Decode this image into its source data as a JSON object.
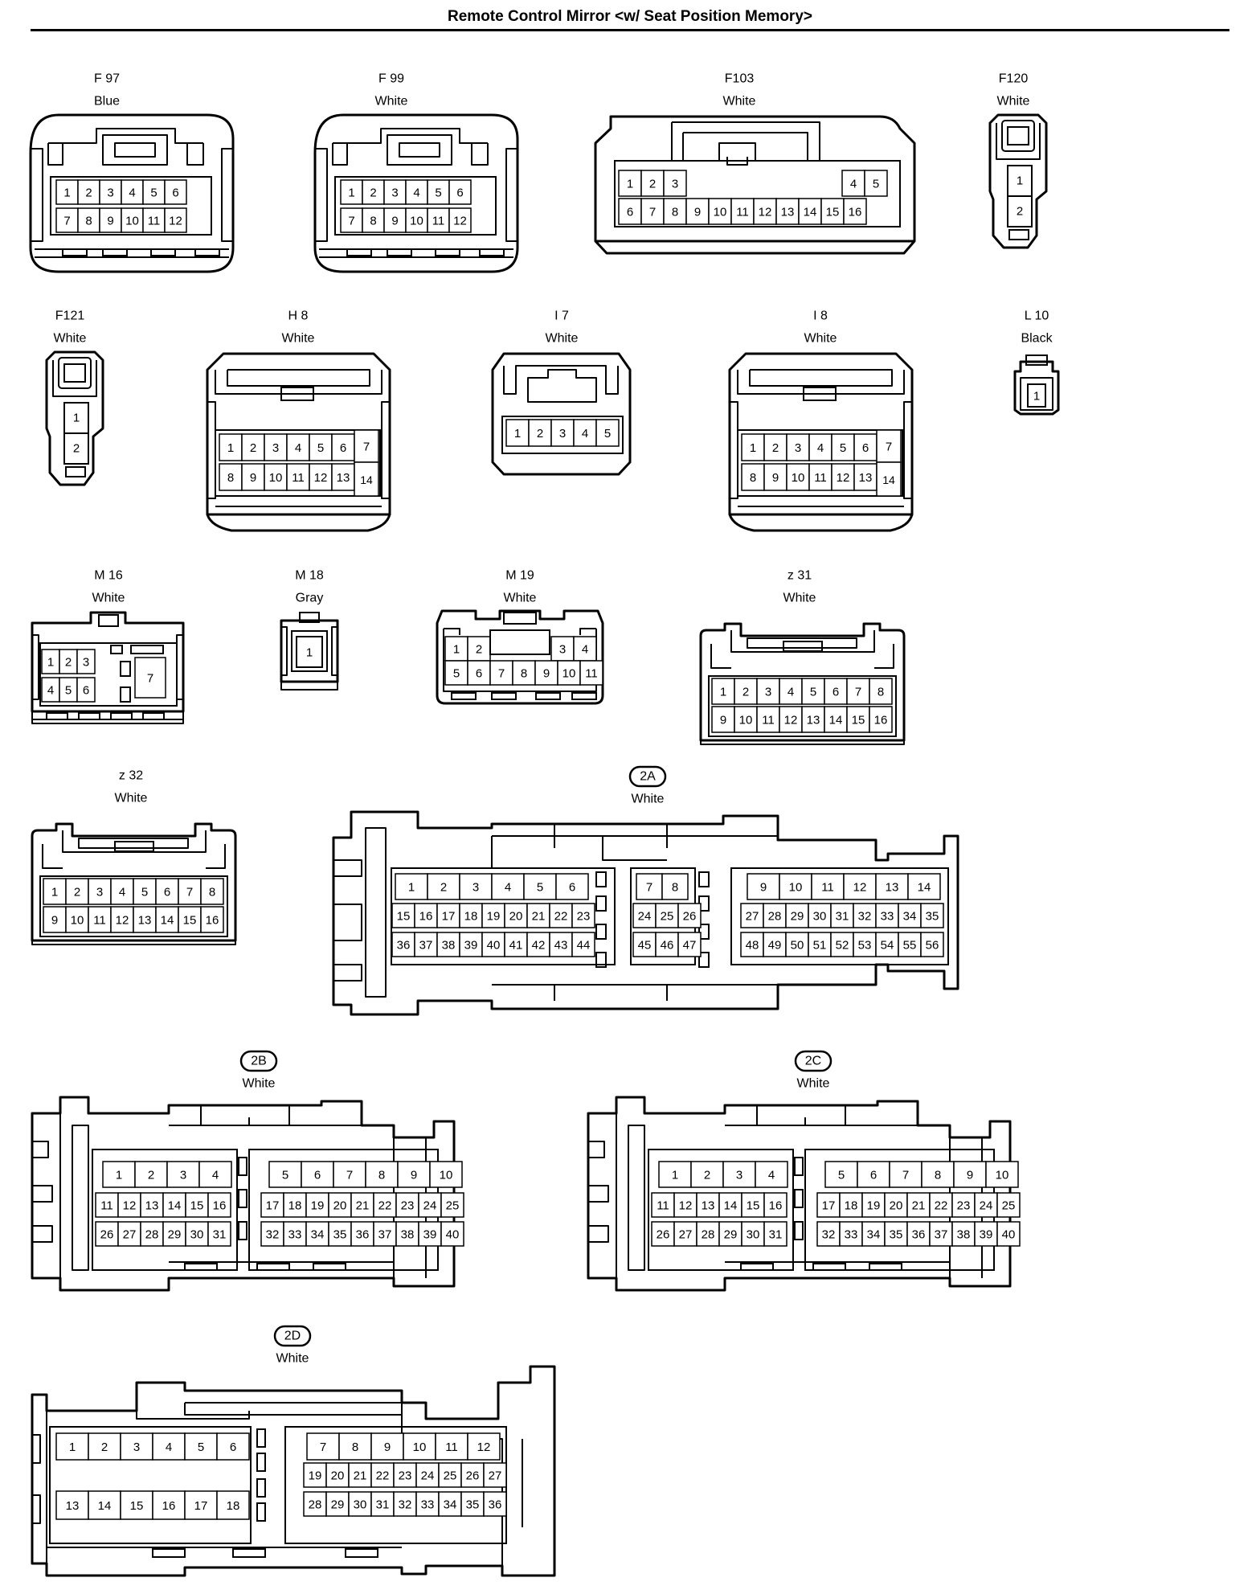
{
  "title": "Remote Control Mirror <w/ Seat Position Memory>",
  "connectors": [
    {
      "code": "F 97",
      "color": "Blue",
      "rows": [
        [
          "1",
          "2",
          "3",
          "4",
          "5",
          "6"
        ],
        [
          "7",
          "8",
          "9",
          "10",
          "11",
          "12"
        ]
      ]
    },
    {
      "code": "F 99",
      "color": "White",
      "rows": [
        [
          "1",
          "2",
          "3",
          "4",
          "5",
          "6"
        ],
        [
          "7",
          "8",
          "9",
          "10",
          "11",
          "12"
        ]
      ]
    },
    {
      "code": "F103",
      "color": "White",
      "rows": [
        [
          "1",
          "2",
          "3",
          "",
          "",
          "",
          "",
          "",
          "4",
          "5"
        ],
        [
          "6",
          "7",
          "8",
          "9",
          "10",
          "11",
          "12",
          "13",
          "14",
          "15",
          "16"
        ]
      ]
    },
    {
      "code": "F120",
      "color": "White",
      "rows": [
        [
          "1"
        ],
        [
          "2"
        ]
      ]
    },
    {
      "code": "F121",
      "color": "White",
      "rows": [
        [
          "1"
        ],
        [
          "2"
        ]
      ]
    },
    {
      "code": "H 8",
      "color": "White",
      "rows": [
        [
          "1",
          "2",
          "3",
          "4",
          "5",
          "6",
          "7"
        ],
        [
          "8",
          "9",
          "10",
          "11",
          "12",
          "13",
          "14"
        ]
      ]
    },
    {
      "code": "I 7",
      "color": "White",
      "rows": [
        [
          "1",
          "2",
          "3",
          "4",
          "5"
        ]
      ]
    },
    {
      "code": "I 8",
      "color": "White",
      "rows": [
        [
          "1",
          "2",
          "3",
          "4",
          "5",
          "6",
          "7"
        ],
        [
          "8",
          "9",
          "10",
          "11",
          "12",
          "13",
          "14"
        ]
      ]
    },
    {
      "code": "L 10",
      "color": "Black",
      "rows": [
        [
          "1"
        ]
      ]
    },
    {
      "code": "M 16",
      "color": "White",
      "rows": [
        [
          "1",
          "2",
          "3"
        ],
        [
          "4",
          "5",
          "6"
        ],
        [
          "7"
        ]
      ]
    },
    {
      "code": "M 18",
      "color": "Gray",
      "rows": [
        [
          "1"
        ]
      ]
    },
    {
      "code": "M 19",
      "color": "White",
      "rows": [
        [
          "1",
          "2",
          "3",
          "4"
        ],
        [
          "5",
          "6",
          "7",
          "8",
          "9",
          "10",
          "11"
        ]
      ]
    },
    {
      "code": "z 31",
      "color": "White",
      "rows": [
        [
          "1",
          "2",
          "3",
          "4",
          "5",
          "6",
          "7",
          "8"
        ],
        [
          "9",
          "10",
          "11",
          "12",
          "13",
          "14",
          "15",
          "16"
        ]
      ]
    },
    {
      "code": "z 32",
      "color": "White",
      "rows": [
        [
          "1",
          "2",
          "3",
          "4",
          "5",
          "6",
          "7",
          "8"
        ],
        [
          "9",
          "10",
          "11",
          "12",
          "13",
          "14",
          "15",
          "16"
        ]
      ]
    },
    {
      "code": "2A",
      "color": "White",
      "rows": [
        [
          "1",
          "2",
          "3",
          "4",
          "5",
          "6",
          "7",
          "8",
          "9",
          "10",
          "11",
          "12",
          "13",
          "14"
        ],
        [
          "15",
          "16",
          "17",
          "18",
          "19",
          "20",
          "21",
          "22",
          "23",
          "24",
          "25",
          "26",
          "27",
          "28",
          "29",
          "30",
          "31",
          "32",
          "33",
          "34",
          "35"
        ],
        [
          "36",
          "37",
          "38",
          "39",
          "40",
          "41",
          "42",
          "43",
          "44",
          "45",
          "46",
          "47",
          "48",
          "49",
          "50",
          "51",
          "52",
          "53",
          "54",
          "55",
          "56"
        ]
      ]
    },
    {
      "code": "2B",
      "color": "White",
      "rows": [
        [
          "1",
          "2",
          "3",
          "4",
          "5",
          "6",
          "7",
          "8",
          "9",
          "10"
        ],
        [
          "11",
          "12",
          "13",
          "14",
          "15",
          "16",
          "17",
          "18",
          "19",
          "20",
          "21",
          "22",
          "23",
          "24",
          "25"
        ],
        [
          "26",
          "27",
          "28",
          "29",
          "30",
          "31",
          "32",
          "33",
          "34",
          "35",
          "36",
          "37",
          "38",
          "39",
          "40"
        ]
      ]
    },
    {
      "code": "2C",
      "color": "White",
      "rows": [
        [
          "1",
          "2",
          "3",
          "4",
          "5",
          "6",
          "7",
          "8",
          "9",
          "10"
        ],
        [
          "11",
          "12",
          "13",
          "14",
          "15",
          "16",
          "17",
          "18",
          "19",
          "20",
          "21",
          "22",
          "23",
          "24",
          "25"
        ],
        [
          "26",
          "27",
          "28",
          "29",
          "30",
          "31",
          "32",
          "33",
          "34",
          "35",
          "36",
          "37",
          "38",
          "39",
          "40"
        ]
      ]
    },
    {
      "code": "2D",
      "color": "White",
      "rows": [
        [
          "1",
          "2",
          "3",
          "4",
          "5",
          "6",
          "7",
          "8",
          "9",
          "10",
          "11",
          "12"
        ],
        [
          "19",
          "20",
          "21",
          "22",
          "23",
          "24",
          "25",
          "26",
          "27"
        ],
        [
          "13",
          "14",
          "15",
          "16",
          "17",
          "18",
          "28",
          "29",
          "30",
          "31",
          "32",
          "33",
          "34",
          "35",
          "36"
        ]
      ]
    }
  ]
}
